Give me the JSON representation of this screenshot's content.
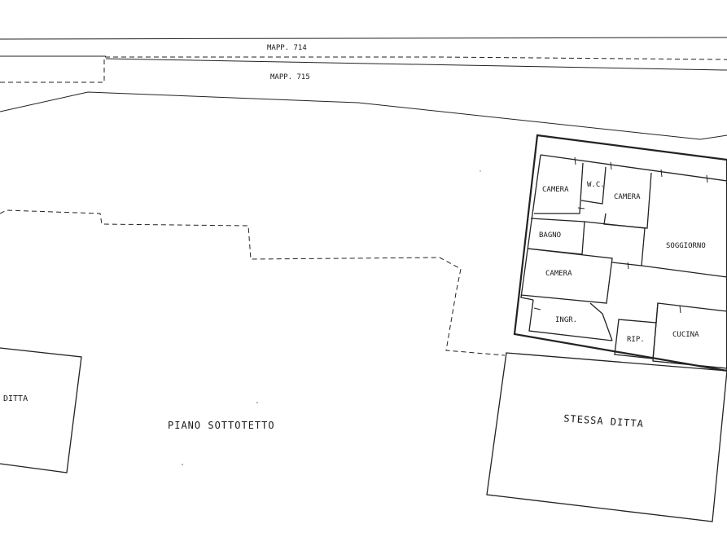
{
  "parcels": {
    "mapp_714": "MAPP. 714",
    "mapp_715": "MAPP. 715"
  },
  "areas": {
    "piano_sottotetto": "PIANO SOTTOTETTO",
    "ditta_left": "DITTA",
    "stessa_ditta": "STESSA DITTA"
  },
  "rooms": {
    "camera_1": "CAMERA",
    "wc": "W.C.",
    "camera_2": "CAMERA",
    "bagno": "BAGNO",
    "soggiorno": "SOGGIORNO",
    "camera_3": "CAMERA",
    "ingresso": "INGR.",
    "ripostiglio": "RIP.",
    "cucina": "CUCINA"
  }
}
